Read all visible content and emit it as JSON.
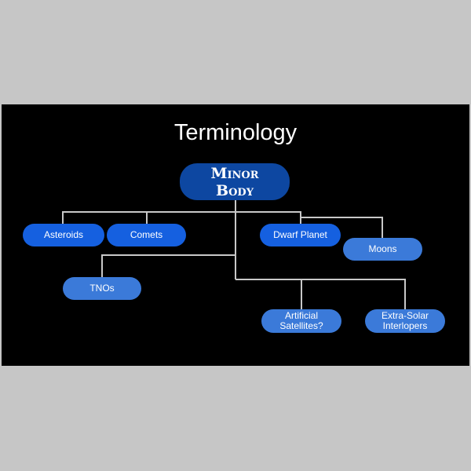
{
  "title": "Terminology",
  "colors": {
    "page_background": "#c6c6c6",
    "slide_background": "#000000",
    "connector": "#c8c8c8",
    "root_fill": "#0d47a1",
    "level_one_fill": "#1560e0",
    "level_two_fill": "#3b7ad9"
  },
  "root": {
    "label": "Minor\nBody"
  },
  "nodes": {
    "asteroids": "Asteroids",
    "comets": "Comets",
    "dwarf_planet": "Dwarf Planet",
    "moons": "Moons",
    "tnos": "TNOs",
    "artificial_satellites": "Artificial\nSatellites?",
    "extra_solar_interlopers": "Extra-Solar\nInterlopers"
  }
}
